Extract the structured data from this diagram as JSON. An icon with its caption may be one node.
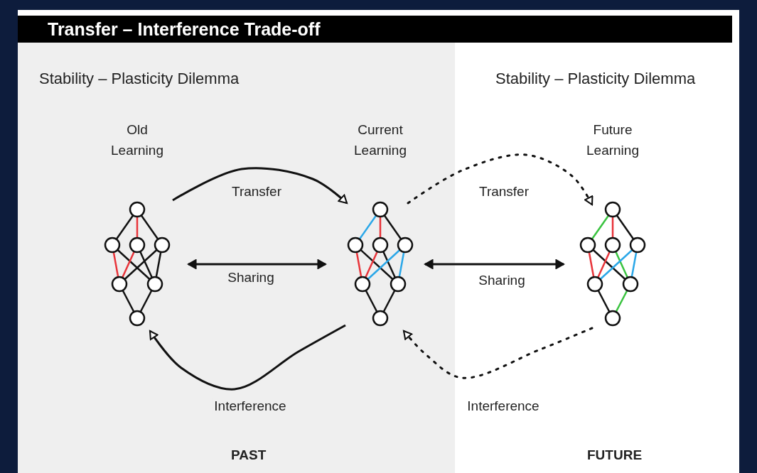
{
  "diagram": {
    "title": "Transfer – Interference Trade-off",
    "nodes": [
      {
        "text": [
          "Old Learning"
        ]
      },
      {
        "text": [
          "Current Learning"
        ]
      },
      {
        "text": [
          "Future Learning"
        ]
      }
    ],
    "edges": [
      {
        "from": 0,
        "to": 1,
        "arrow": "to",
        "label": "Transfer"
      },
      {
        "from": 0,
        "to": 1,
        "arrow": "both",
        "label": "Sharing"
      },
      {
        "from": 1,
        "to": 0,
        "arrow": "to",
        "label": "Interference"
      },
      {
        "from": 1,
        "to": 2,
        "arrow": "to",
        "label": "Transfer",
        "style": "dashed"
      },
      {
        "from": 1,
        "to": 2,
        "arrow": "both",
        "label": "Sharing"
      },
      {
        "from": 2,
        "to": 1,
        "arrow": "to",
        "label": "Interference",
        "style": "dashed"
      }
    ],
    "labels": [
      "Stability – Plasticity Dilemma",
      "Stability – Plasticity Dilemma",
      "PAST",
      "FUTURE"
    ]
  }
}
